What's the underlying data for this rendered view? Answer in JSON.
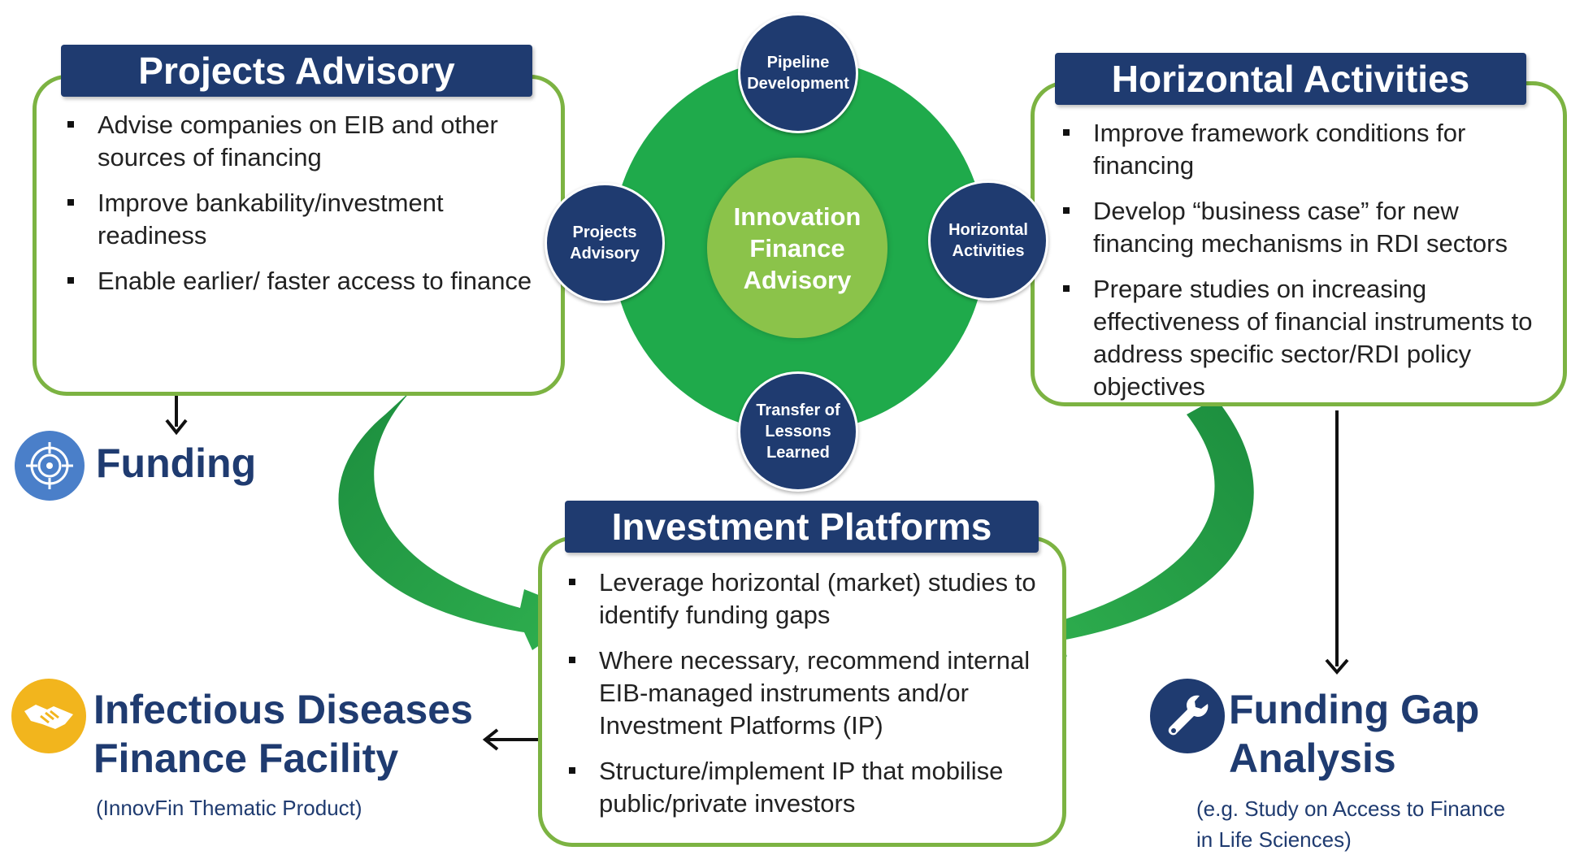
{
  "hub": {
    "center_label": "Innovation Finance Advisory",
    "nodes": {
      "top": "Pipeline Development",
      "left": "Projects Advisory",
      "right": "Horizontal Activities",
      "bottom": "Transfer of Lessons Learned"
    }
  },
  "panels": {
    "projects_advisory": {
      "title": "Projects Advisory",
      "items": [
        "Advise companies on EIB and other sources of financing",
        "Improve bankability/investment readiness",
        "Enable earlier/ faster access to finance"
      ]
    },
    "horizontal_activities": {
      "title": "Horizontal Activities",
      "items": [
        "Improve framework conditions for financing",
        "Develop “business case” for new financing mechanisms in RDI sectors",
        "Prepare studies on increasing effectiveness of financial instruments to address specific sector/RDI policy objectives"
      ]
    },
    "investment_platforms": {
      "title": "Investment Platforms",
      "items": [
        "Leverage horizontal (market) studies to identify funding gaps",
        "Where necessary, recommend internal EIB-managed instruments and/or Investment Platforms (IP)",
        "Structure/implement IP that mobilise public/private investors"
      ]
    }
  },
  "outcomes": {
    "funding": {
      "label": "Funding",
      "icon": "target-icon"
    },
    "idff": {
      "label_line1": "Infectious Diseases",
      "label_line2": "Finance Facility",
      "sublabel": "(InnovFin Thematic Product)",
      "icon": "handshake-icon"
    },
    "gap": {
      "label_line1": "Funding Gap",
      "label_line2": "Analysis",
      "sublabel_line1": "(e.g. Study on Access to Finance",
      "sublabel_line2": "in Life Sciences)",
      "icon": "wrench-icon"
    }
  },
  "colors": {
    "navy": "#1f3b70",
    "hub_green": "#1faa4b",
    "core_green": "#8bc34a",
    "panel_border": "#7cb342",
    "arrow_green": "#2aa14a",
    "funding_icon": "#4a7fc9",
    "idff_icon": "#f2b51d"
  }
}
